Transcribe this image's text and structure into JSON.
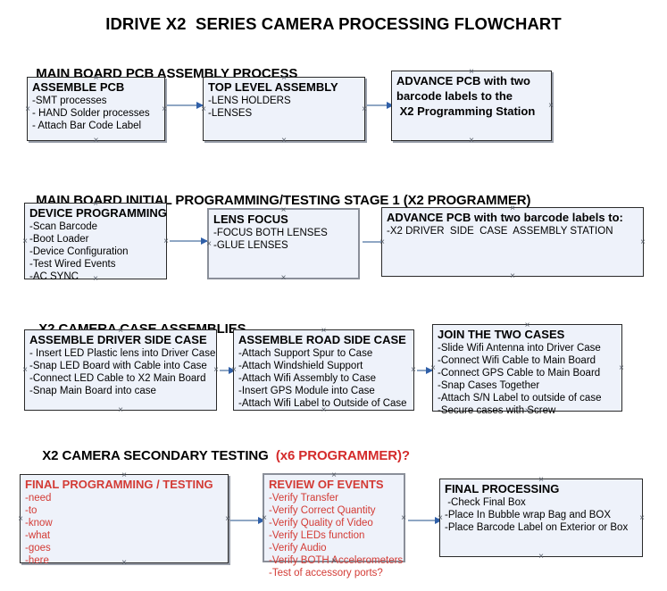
{
  "document": {
    "title": "IDRIVE X2  SERIES CAMERA PROCESSING FLOWCHART"
  },
  "colors": {
    "box_fill": "#eef2fa",
    "box_border": "#2a2a2a",
    "arrow_line": "#8fa7c4",
    "arrow_head": "#2f5fa8",
    "accent_red": "#d42a2a",
    "red_text": "#d33b35",
    "page_background": "#ffffff"
  },
  "sections": [
    {
      "id": "pcb-assembly",
      "heading": "MAIN BOARD PCB ASSEMBLY PROCESS",
      "heading_accent": "",
      "boxes": [
        {
          "id": "assemble-pcb",
          "title": "ASSEMBLE PCB",
          "lines": [
            "-SMT processes",
            "- HAND Solder processes",
            "- Attach Bar Code Label"
          ]
        },
        {
          "id": "top-level-assembly",
          "title": "TOP LEVEL ASSEMBLY",
          "lines": [
            "-LENS HOLDERS",
            "-LENSES"
          ]
        },
        {
          "id": "advance-pcb-x2-station",
          "title": "ADVANCE PCB with two",
          "lines": [
            "barcode labels to the",
            " X2 Programming Station"
          ]
        }
      ]
    },
    {
      "id": "initial-programming",
      "heading": "MAIN BOARD INITIAL PROGRAMMING/TESTING STAGE 1 (X2 PROGRAMMER)",
      "heading_accent": "",
      "boxes": [
        {
          "id": "device-programming",
          "title": "DEVICE PROGRAMMING",
          "lines": [
            "-Scan Barcode",
            "-Boot Loader",
            "-Device Configuration",
            "-Test Wired Events",
            "-AC SYNC"
          ]
        },
        {
          "id": "lens-focus",
          "title": "LENS FOCUS",
          "lines": [
            "-FOCUS BOTH LENSES",
            "-GLUE LENSES"
          ]
        },
        {
          "id": "advance-pcb-driver-side",
          "title": "ADVANCE PCB with two barcode labels to:",
          "lines": [
            "-X2 DRIVER  SIDE  CASE  ASSEMBLY STATION"
          ]
        }
      ]
    },
    {
      "id": "case-assemblies",
      "heading": "X2 CAMERA CASE ASSEMBLIES",
      "heading_accent": "",
      "boxes": [
        {
          "id": "assemble-driver-side-case",
          "title": "ASSEMBLE DRIVER SIDE CASE",
          "lines": [
            "- Insert LED Plastic lens into Driver Case",
            "-Snap LED Board with Cable into Case",
            "-Connect LED Cable to X2 Main Board",
            "-Snap Main Board into case"
          ]
        },
        {
          "id": "assemble-road-side-case",
          "title": "ASSEMBLE ROAD SIDE CASE",
          "lines": [
            "-Attach Support Spur to Case",
            "-Attach Windshield Support",
            "-Attach Wifi Assembly to Case",
            "-Insert GPS Module into Case",
            "-Attach Wifi Label to Outside of Case"
          ]
        },
        {
          "id": "join-the-two-cases",
          "title": "JOIN THE TWO CASES",
          "lines": [
            "-Slide Wifi Antenna into Driver Case",
            "-Connect Wifi Cable to Main Board",
            "-Connect GPS Cable to Main Board",
            "-Snap Cases Together",
            "-Attach S/N Label to outside of case",
            "-Secure cases with Screw"
          ]
        }
      ]
    },
    {
      "id": "secondary-testing",
      "heading": "X2 CAMERA SECONDARY TESTING ",
      "heading_accent": " (x6 PROGRAMMER)?",
      "boxes": [
        {
          "id": "final-programming-testing",
          "title": "FINAL PROGRAMMING / TESTING",
          "lines": [
            "-need",
            "-to",
            "-know",
            "-what",
            "-goes",
            "-here"
          ]
        },
        {
          "id": "review-of-events",
          "title": "REVIEW OF EVENTS",
          "lines": [
            "-Verify Transfer",
            "-Verify Correct Quantity",
            "-Verify Quality of Video",
            "-Verify LEDs function",
            "-Verify Audio",
            "-Verify BOTH Accelerometers",
            "-Test of accessory ports?"
          ]
        },
        {
          "id": "final-processing",
          "title": "FINAL PROCESSING",
          "lines": [
            " -Check Final Box",
            "-Place In Bubble wrap Bag and BOX",
            "-Place Barcode Label on Exterior or Box"
          ]
        }
      ]
    }
  ]
}
